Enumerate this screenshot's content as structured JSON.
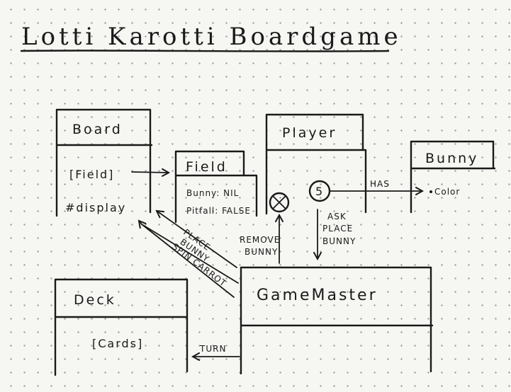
{
  "title": "Lotti Karotti Boardgame",
  "boxes": {
    "board": {
      "title": "Board",
      "attr1": "[Field]",
      "attr2": "#display"
    },
    "field": {
      "title": "Field",
      "attr1": "Bunny: NIL",
      "attr2": "Pitfall: FALSE"
    },
    "player": {
      "title": "Player",
      "counter": "5"
    },
    "bunny": {
      "title": "Bunny",
      "attr1": "Color"
    },
    "deck": {
      "title": "Deck",
      "attr1": "[Cards]"
    },
    "gamemaster": {
      "title": "GameMaster"
    }
  },
  "relations": {
    "has": "HAS",
    "ask_place_bunny": [
      "ASK",
      "PLACE",
      "BUNNY"
    ],
    "remove_bunny": [
      "REMOVE",
      "BUNNY"
    ],
    "place_bunny": [
      "PLACE",
      "BUNNY"
    ],
    "spin_carrot": "SPIN CARROT",
    "turn": "TURN"
  },
  "colors": {
    "ink": "#1a1a1a",
    "paper": "#f6f6f3",
    "grid": "#9a9a9a"
  }
}
